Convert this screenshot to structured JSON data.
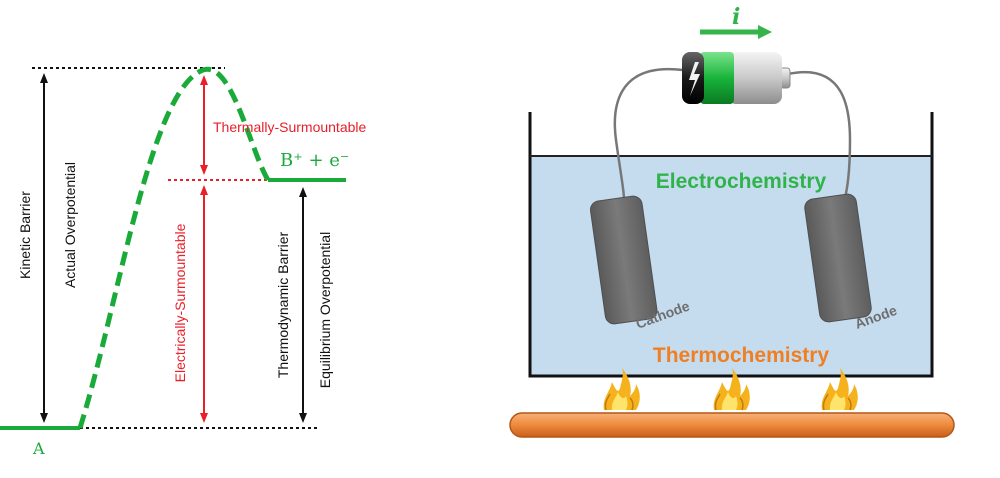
{
  "energy_diagram": {
    "reactant_label": "A",
    "product_label": "B⁺ + e⁻",
    "kinetic_barrier": "Kinetic Barrier",
    "actual_overpotential": "Actual Overpotential",
    "thermally_surmountable": "Thermally-Surmountable",
    "electrically_surmountable": "Electrically-Surmountable",
    "thermodynamic_barrier": "Thermodynamic Barrier",
    "equilibrium_overpotential": "Equilibrium Overpotential",
    "colors": {
      "curve": "#1aaa3a",
      "red_arrow": "#e8202a",
      "black": "#111111"
    }
  },
  "cell_diagram": {
    "current_symbol": "i",
    "electrochemistry_label": "Electrochemistry",
    "thermochemistry_label": "Thermochemistry",
    "cathode_label": "Cathode",
    "anode_label": "Anode",
    "colors": {
      "electrolyte": "#c5dcef",
      "electrochemistry_text": "#2fb34a",
      "thermochemistry_text": "#f07f23",
      "electrode": "#6b6b6b",
      "heater": "#ef8a3c"
    }
  }
}
